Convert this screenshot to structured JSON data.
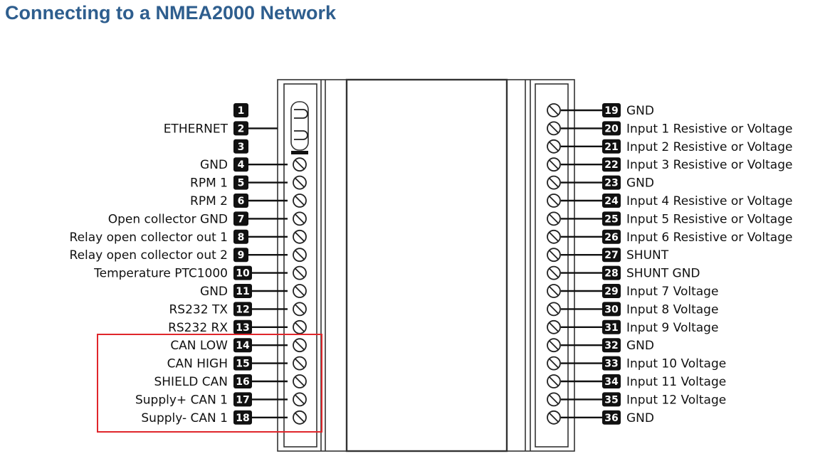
{
  "title": "Connecting to a NMEA2000 Network",
  "colors": {
    "title": "#2e5e8e",
    "highlight": "#e0262b",
    "pin_badge": "#111111"
  },
  "left_pins": [
    {
      "num": "1",
      "label": ""
    },
    {
      "num": "2",
      "label": "ETHERNET"
    },
    {
      "num": "3",
      "label": ""
    },
    {
      "num": "4",
      "label": "GND"
    },
    {
      "num": "5",
      "label": "RPM 1"
    },
    {
      "num": "6",
      "label": "RPM 2"
    },
    {
      "num": "7",
      "label": "Open collector GND"
    },
    {
      "num": "8",
      "label": "Relay open collector out 1"
    },
    {
      "num": "9",
      "label": "Relay open collector out 2"
    },
    {
      "num": "10",
      "label": "Temperature PTC1000"
    },
    {
      "num": "11",
      "label": "GND"
    },
    {
      "num": "12",
      "label": "RS232 TX"
    },
    {
      "num": "13",
      "label": "RS232 RX"
    },
    {
      "num": "14",
      "label": "CAN LOW"
    },
    {
      "num": "15",
      "label": "CAN HIGH"
    },
    {
      "num": "16",
      "label": "SHIELD CAN"
    },
    {
      "num": "17",
      "label": "Supply+ CAN 1"
    },
    {
      "num": "18",
      "label": "Supply- CAN 1"
    }
  ],
  "right_pins": [
    {
      "num": "19",
      "label": "GND"
    },
    {
      "num": "20",
      "label": "Input 1 Resistive or Voltage"
    },
    {
      "num": "21",
      "label": "Input 2 Resistive or Voltage"
    },
    {
      "num": "22",
      "label": "Input 3 Resistive or Voltage"
    },
    {
      "num": "23",
      "label": "GND"
    },
    {
      "num": "24",
      "label": "Input 4 Resistive or Voltage"
    },
    {
      "num": "25",
      "label": "Input 5 Resistive or Voltage"
    },
    {
      "num": "26",
      "label": "Input 6 Resistive or Voltage"
    },
    {
      "num": "27",
      "label": "SHUNT"
    },
    {
      "num": "28",
      "label": "SHUNT GND"
    },
    {
      "num": "29",
      "label": "Input 7 Voltage"
    },
    {
      "num": "30",
      "label": "Input 8 Voltage"
    },
    {
      "num": "31",
      "label": "Input 9 Voltage"
    },
    {
      "num": "32",
      "label": "GND"
    },
    {
      "num": "33",
      "label": "Input 10 Voltage"
    },
    {
      "num": "34",
      "label": "Input 11 Voltage"
    },
    {
      "num": "35",
      "label": "Input 12 Voltage"
    },
    {
      "num": "36",
      "label": "GND"
    }
  ]
}
